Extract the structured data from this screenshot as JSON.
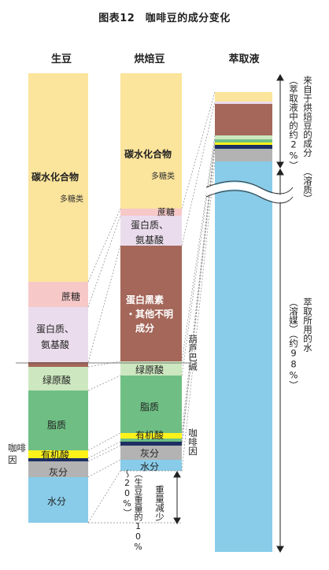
{
  "title": "图表12　咖啡豆的成分变化",
  "columns": {
    "green": "生豆",
    "roasted": "烘焙豆",
    "extract": "萃取液"
  },
  "green": {
    "carbs": "碳水化合物",
    "poly": "多糖类",
    "sucrose": "蔗糖",
    "protein_line1": "蛋白质、",
    "protein_line2": "氨基酸",
    "chlorogenic": "绿原酸",
    "lipid": "脂质",
    "organic": "有机酸",
    "ash": "灰分",
    "water": "水分",
    "caffeine": "咖啡因"
  },
  "roasted": {
    "carbs": "碳水化合物",
    "poly": "多糖类",
    "sucrose": "蔗糖",
    "protein_line1": "蛋白质、",
    "protein_line2": "氨基酸",
    "melanoidin_line1": "蛋白黑素",
    "melanoidin_line2": "・其他不明",
    "melanoidin_line3": "成分",
    "chlorogenic": "绿原酸",
    "lipid": "脂质",
    "organic": "有机酸",
    "ash": "灰分",
    "water": "水分",
    "trigonelline": "葫芦巴碱",
    "caffeine": "咖啡因",
    "weight_loss": "重量减少",
    "weight_loss_paren": "（生豆重量的10%～20%）"
  },
  "extract": {
    "from_roasted": "来自于烘焙豆的成分",
    "from_roasted_paren": "（萃取液中的约2%）",
    "water_label": "萃取所用的水",
    "water_paren": "（溶媒）（约98%）",
    "solute_tag": "（溶质）"
  },
  "colors": {
    "carbs": "#fbe49b",
    "sucrose": "#f7c8c8",
    "protein": "#eadcec",
    "melanoidin": "#a4675a",
    "chlorogenic": "#cde8c0",
    "lipid": "#6fbf84",
    "organic": "#fff21a",
    "caffeine": "#1d2f63",
    "ash": "#b3b3b3",
    "water": "#88cce9"
  }
}
